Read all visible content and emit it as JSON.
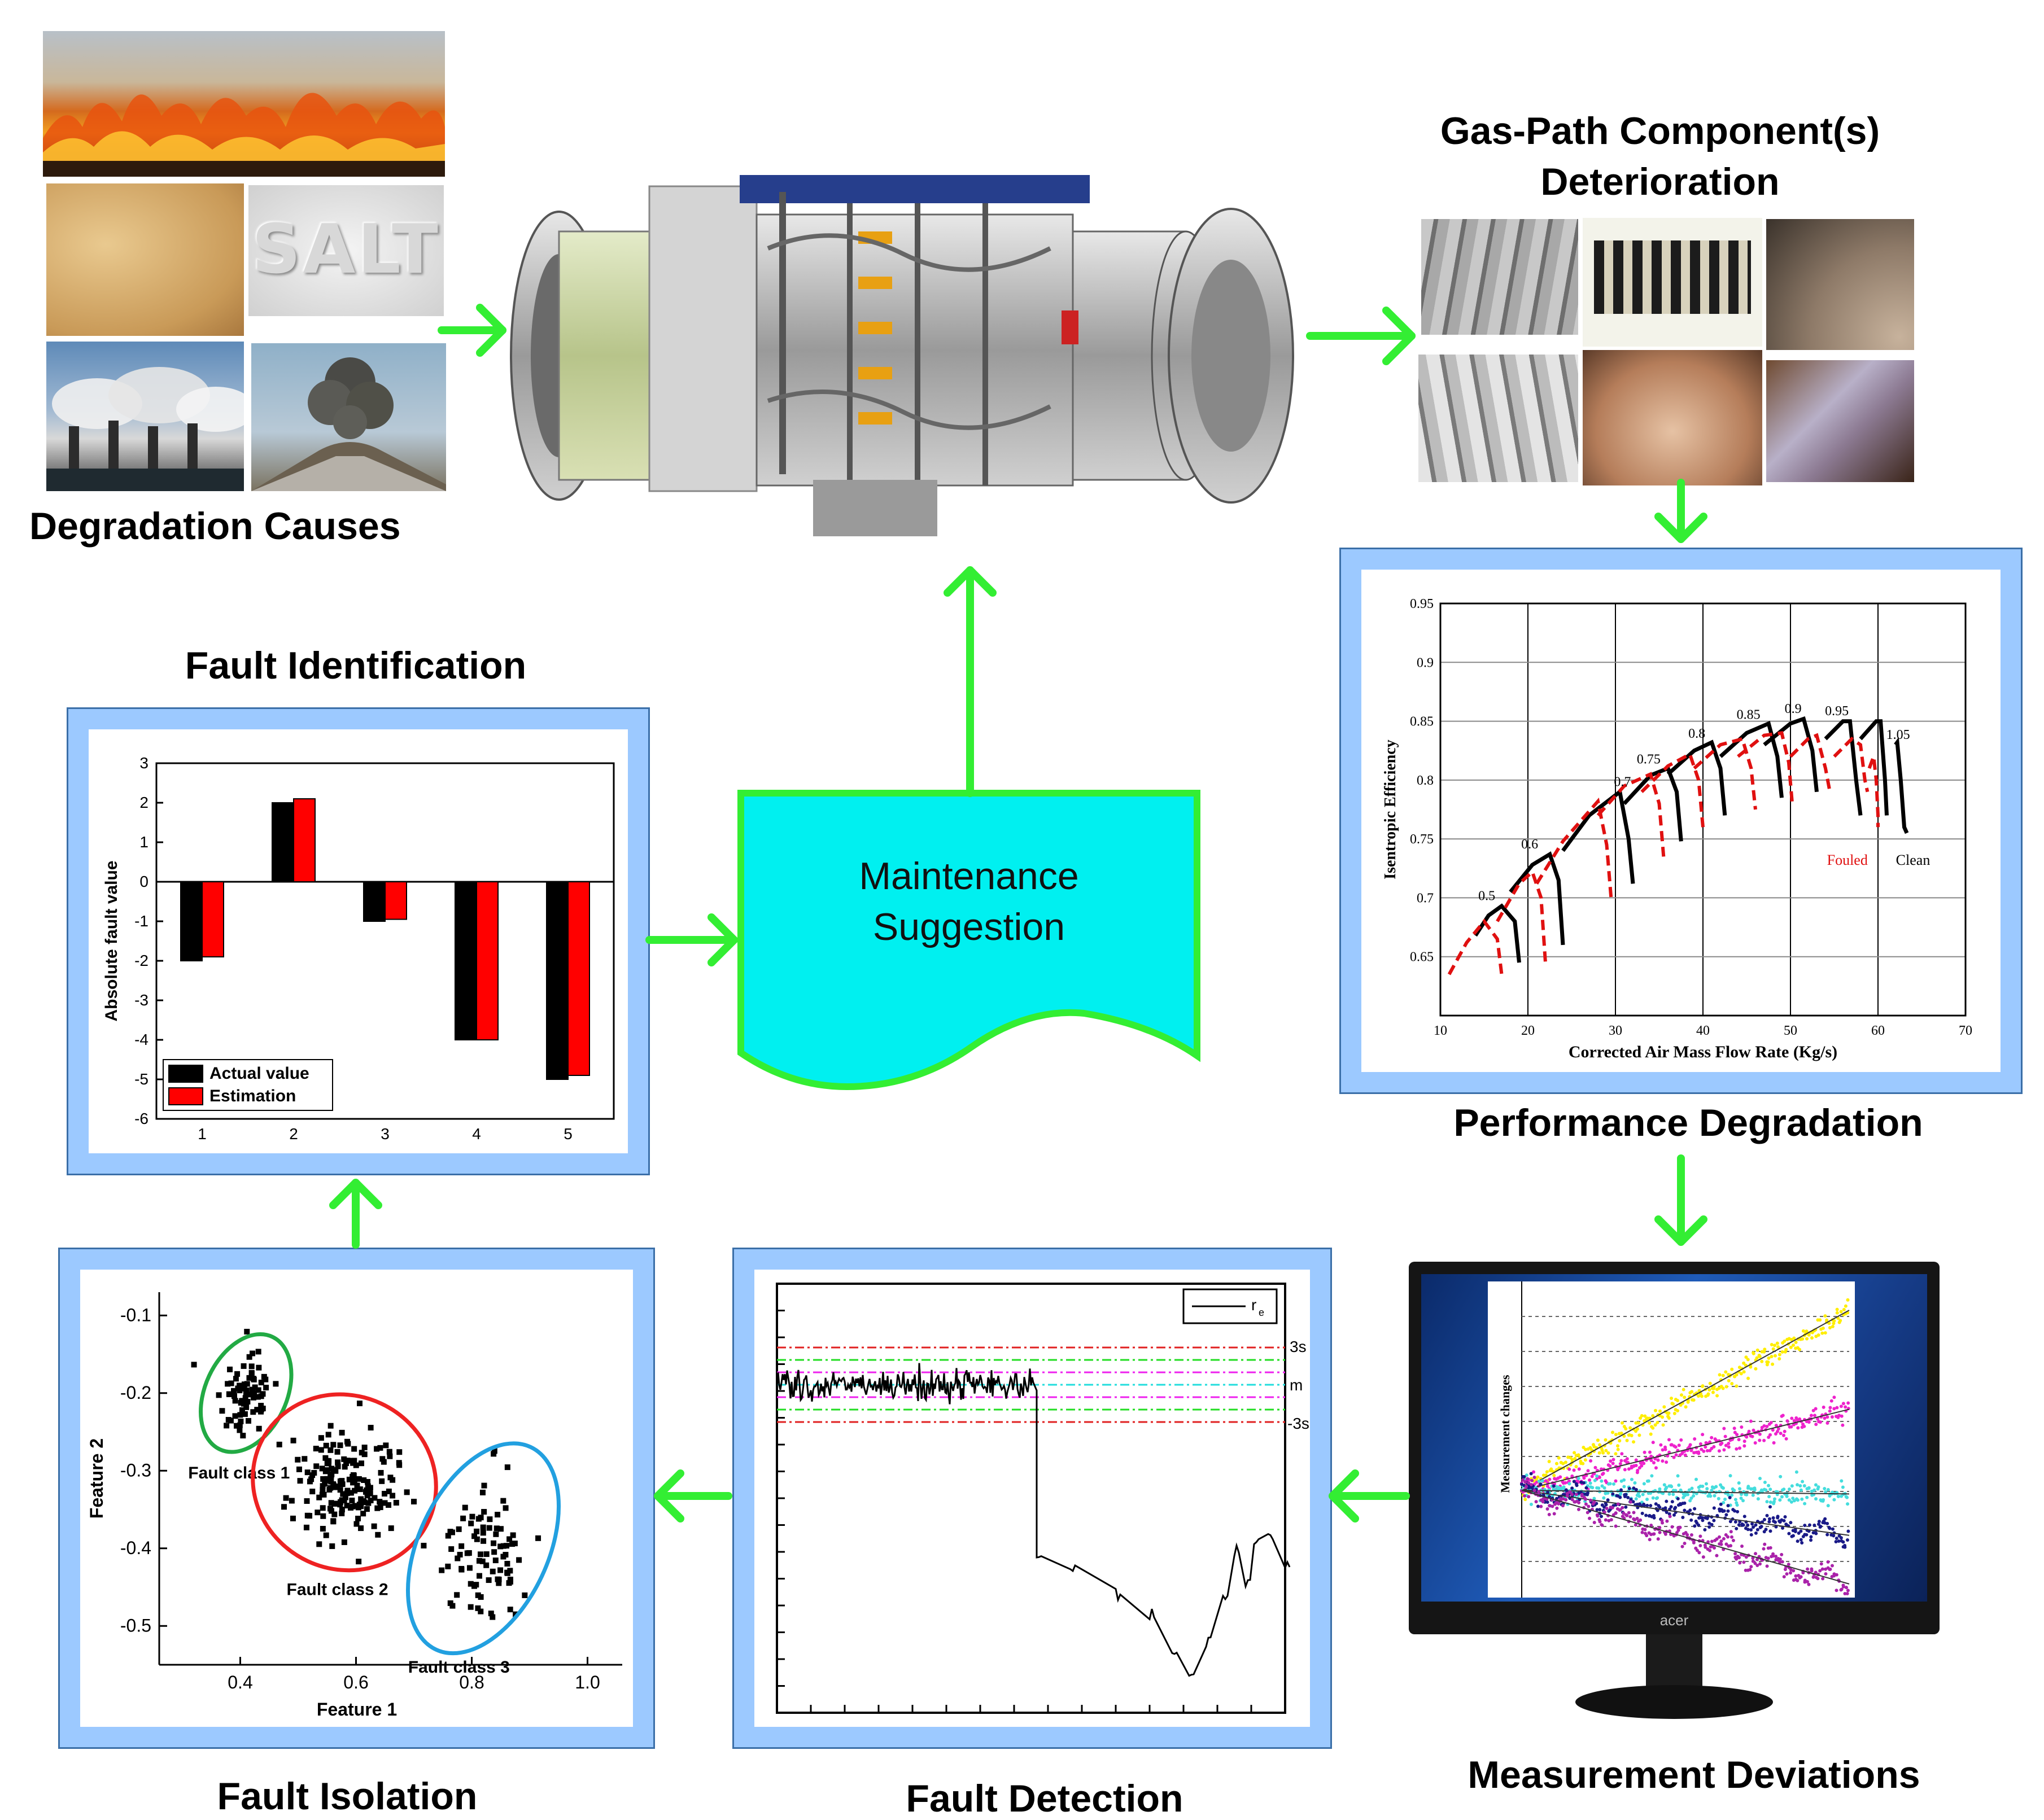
{
  "titles": {
    "degradation_causes": "Degradation Causes",
    "gas_path_line1": "Gas-Path Component(s)",
    "gas_path_line2": "Deterioration",
    "performance_degradation": "Performance Degradation",
    "measurement_deviations": "Measurement Deviations",
    "fault_detection": "Fault Detection",
    "fault_isolation": "Fault Isolation",
    "fault_identification": "Fault Identification"
  },
  "maintenance": {
    "line1": "Maintenance",
    "line2": "Suggestion"
  },
  "photos": {
    "salt_text": "SALT",
    "monitor_brand": "acer"
  },
  "colors": {
    "arrow": "#33ee33",
    "panel_frame": "#9cc9ff",
    "doc_fill": "#00f0f0",
    "doc_stroke": "#33ee33"
  },
  "chart_data": [
    {
      "id": "performance",
      "type": "line",
      "xlabel": "Corrected Air Mass Flow Rate (Kg/s)",
      "ylabel": "Isentropic Efficiency",
      "xlim": [
        10,
        70
      ],
      "ylim": [
        0.6,
        0.95
      ],
      "xticks": [
        10,
        20,
        30,
        40,
        50,
        60,
        70
      ],
      "yticks": [
        0.65,
        0.7,
        0.75,
        0.8,
        0.85,
        0.9,
        0.95
      ],
      "grid": true,
      "series": [
        {
          "name": "Clean",
          "color": "#000000",
          "dash": false,
          "lines": [
            [
              [
                14,
                0.668
              ],
              [
                15.5,
                0.685
              ],
              [
                17,
                0.693
              ],
              [
                18.5,
                0.68
              ],
              [
                19,
                0.645
              ]
            ],
            [
              [
                18,
                0.705
              ],
              [
                20.5,
                0.728
              ],
              [
                22.5,
                0.737
              ],
              [
                23.5,
                0.715
              ],
              [
                24,
                0.66
              ]
            ],
            [
              [
                24,
                0.74
              ],
              [
                27,
                0.77
              ],
              [
                30.5,
                0.79
              ],
              [
                31.5,
                0.75
              ],
              [
                32,
                0.712
              ]
            ],
            [
              [
                31,
                0.78
              ],
              [
                34,
                0.804
              ],
              [
                36,
                0.81
              ],
              [
                37,
                0.79
              ],
              [
                37.5,
                0.748
              ]
            ],
            [
              [
                36,
                0.805
              ],
              [
                39,
                0.825
              ],
              [
                41,
                0.832
              ],
              [
                42,
                0.81
              ],
              [
                42.5,
                0.77
              ]
            ],
            [
              [
                42,
                0.82
              ],
              [
                45,
                0.84
              ],
              [
                47.5,
                0.848
              ],
              [
                48.5,
                0.82
              ],
              [
                49,
                0.785
              ]
            ],
            [
              [
                47,
                0.83
              ],
              [
                50,
                0.848
              ],
              [
                51.5,
                0.852
              ],
              [
                52.5,
                0.825
              ],
              [
                53,
                0.79
              ]
            ],
            [
              [
                54,
                0.835
              ],
              [
                56,
                0.85
              ],
              [
                56.8,
                0.85
              ],
              [
                57.5,
                0.8
              ],
              [
                58,
                0.77
              ]
            ],
            [
              [
                58,
                0.835
              ],
              [
                59.8,
                0.85
              ],
              [
                60.3,
                0.85
              ],
              [
                60.8,
                0.8
              ],
              [
                61,
                0.77
              ]
            ],
            [
              [
                62,
                0.83
              ],
              [
                62.2,
                0.832
              ],
              [
                62.6,
                0.8
              ],
              [
                63,
                0.76
              ],
              [
                63.3,
                0.755
              ]
            ]
          ]
        },
        {
          "name": "Fouled",
          "color": "#e01010",
          "dash": true,
          "lines": [
            [
              [
                11,
                0.635
              ],
              [
                13,
                0.662
              ],
              [
                15,
                0.68
              ],
              [
                16.5,
                0.665
              ],
              [
                17,
                0.635
              ]
            ],
            [
              [
                16.5,
                0.68
              ],
              [
                19,
                0.712
              ],
              [
                20.5,
                0.722
              ],
              [
                21.5,
                0.7
              ],
              [
                22,
                0.645
              ]
            ],
            [
              [
                21,
                0.712
              ],
              [
                24,
                0.748
              ],
              [
                28,
                0.782
              ],
              [
                29,
                0.745
              ],
              [
                29.5,
                0.7
              ]
            ],
            [
              [
                28,
                0.77
              ],
              [
                31,
                0.795
              ],
              [
                34,
                0.805
              ],
              [
                35,
                0.78
              ],
              [
                35.5,
                0.735
              ]
            ],
            [
              [
                33,
                0.79
              ],
              [
                36,
                0.812
              ],
              [
                38.5,
                0.822
              ],
              [
                39.5,
                0.8
              ],
              [
                40,
                0.76
              ]
            ],
            [
              [
                39,
                0.81
              ],
              [
                42,
                0.83
              ],
              [
                44.5,
                0.835
              ],
              [
                45.5,
                0.81
              ],
              [
                46,
                0.775
              ]
            ],
            [
              [
                44,
                0.82
              ],
              [
                47,
                0.838
              ],
              [
                49,
                0.84
              ],
              [
                49.8,
                0.815
              ],
              [
                50.2,
                0.78
              ]
            ],
            [
              [
                50,
                0.82
              ],
              [
                52,
                0.835
              ],
              [
                53,
                0.838
              ],
              [
                54,
                0.81
              ],
              [
                54.5,
                0.79
              ]
            ],
            [
              [
                55,
                0.82
              ],
              [
                57,
                0.835
              ],
              [
                58,
                0.83
              ],
              [
                58.5,
                0.8
              ],
              [
                58.8,
                0.79
              ]
            ],
            [
              [
                59,
                0.81
              ],
              [
                59.5,
                0.82
              ],
              [
                59.8,
                0.8
              ],
              [
                60,
                0.77
              ],
              [
                60,
                0.76
              ]
            ]
          ]
        }
      ],
      "annotations": [
        {
          "text": "0.5",
          "x": 15.3,
          "y": 0.698
        },
        {
          "text": "0.6",
          "x": 20.2,
          "y": 0.742
        },
        {
          "text": "0.7",
          "x": 30.8,
          "y": 0.795
        },
        {
          "text": "0.75",
          "x": 33.8,
          "y": 0.814
        },
        {
          "text": "0.8",
          "x": 39.3,
          "y": 0.836
        },
        {
          "text": "0.85",
          "x": 45.2,
          "y": 0.852
        },
        {
          "text": "0.9",
          "x": 50.3,
          "y": 0.857
        },
        {
          "text": "0.95",
          "x": 55.3,
          "y": 0.855
        },
        {
          "text": "1.05",
          "x": 62.3,
          "y": 0.835
        }
      ],
      "legend_labels": [
        {
          "text": "Fouled",
          "color": "#e01010",
          "x": 56.5,
          "y": 0.728
        },
        {
          "text": "Clean",
          "color": "#000000",
          "x": 64,
          "y": 0.728
        }
      ]
    },
    {
      "id": "identification",
      "type": "bar",
      "ylabel": "Absolute fault value",
      "categories": [
        "1",
        "2",
        "3",
        "4",
        "5"
      ],
      "ylim": [
        -6,
        3
      ],
      "yticks": [
        3,
        2,
        1,
        0,
        -1,
        -2,
        -3,
        -4,
        -5,
        -6
      ],
      "legend": "bottom-left",
      "series": [
        {
          "name": "Actual value",
          "color": "#000000",
          "values": [
            -2,
            2,
            -1,
            -4,
            -5
          ]
        },
        {
          "name": "Estimation",
          "color": "#ff0000",
          "values": [
            -1.9,
            2.1,
            -0.95,
            -4,
            -4.9
          ]
        }
      ]
    },
    {
      "id": "isolation",
      "type": "scatter",
      "xlabel": "Feature 1",
      "ylabel": "Feature 2",
      "xlim": [
        0.26,
        1.06
      ],
      "ylim": [
        -0.55,
        -0.07
      ],
      "xticks": [
        0.4,
        0.6,
        0.8,
        1.0
      ],
      "yticks": [
        -0.1,
        -0.2,
        -0.3,
        -0.4,
        -0.5
      ],
      "groups": [
        {
          "name": "Fault class 1",
          "color": "#22aa44",
          "cx": 0.41,
          "cy": -0.2,
          "sx": 0.022,
          "sy": 0.025,
          "n": 80,
          "seed": 11
        },
        {
          "name": "Fault class 2",
          "color": "#ee2222",
          "cx": 0.58,
          "cy": -0.315,
          "sx": 0.05,
          "sy": 0.035,
          "n": 180,
          "seed": 23
        },
        {
          "name": "Fault class 3",
          "color": "#22a0e0",
          "cx": 0.82,
          "cy": -0.4,
          "sx": 0.035,
          "sy": 0.045,
          "n": 90,
          "seed": 37
        }
      ]
    },
    {
      "id": "detection",
      "type": "line",
      "legend": "top-right",
      "series_name": "r",
      "series_subscript": "e",
      "threshold_labels": [
        "3s",
        "m",
        "-3s"
      ]
    },
    {
      "id": "deviations",
      "type": "scatter",
      "ylabel": "Measurement changes",
      "series": [
        {
          "color": "#ffee00",
          "slope": 1.0
        },
        {
          "color": "#ee22cc",
          "slope": 0.45
        },
        {
          "color": "#44dddd",
          "slope": -0.02
        },
        {
          "color": "#1a1a88",
          "slope": -0.25
        },
        {
          "color": "#aa22aa",
          "slope": -0.52
        }
      ]
    }
  ]
}
